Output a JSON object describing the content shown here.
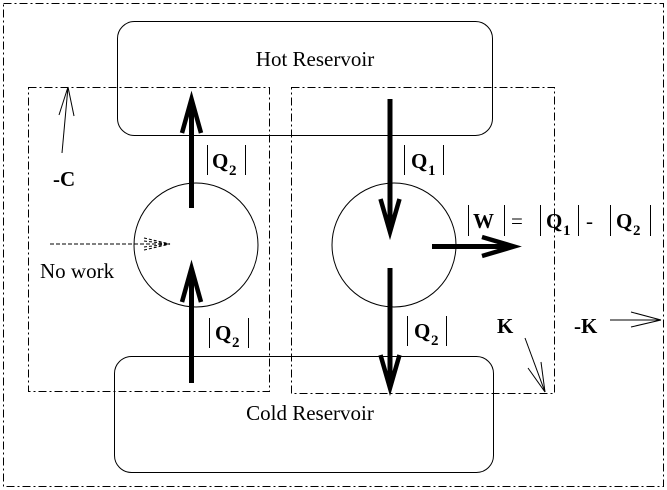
{
  "title": "Heat engine and refrigerator composition diagram",
  "reservoirs": {
    "hot": {
      "label": "Hot Reservoir"
    },
    "cold": {
      "label": "Cold Reservoir"
    }
  },
  "left_device": {
    "name": "-C",
    "annotation": "No work",
    "flows": [
      {
        "symbol": "Q",
        "subscript": "2",
        "direction": "up",
        "position": "top"
      },
      {
        "symbol": "Q",
        "subscript": "2",
        "direction": "up",
        "position": "bottom"
      }
    ]
  },
  "right_device": {
    "name": "K",
    "flows": [
      {
        "symbol": "Q",
        "subscript": "1",
        "direction": "down",
        "position": "top"
      },
      {
        "symbol": "Q",
        "subscript": "2",
        "direction": "down",
        "position": "bottom"
      }
    ],
    "work_equation": {
      "lhs": "W",
      "equals": "=",
      "term1": {
        "symbol": "Q",
        "subscript": "1"
      },
      "operator": "-",
      "term2": {
        "symbol": "Q",
        "subscript": "2"
      }
    }
  },
  "outer_system": {
    "name": "-K"
  },
  "colors": {
    "stroke": "#000000",
    "background": "#ffffff"
  }
}
